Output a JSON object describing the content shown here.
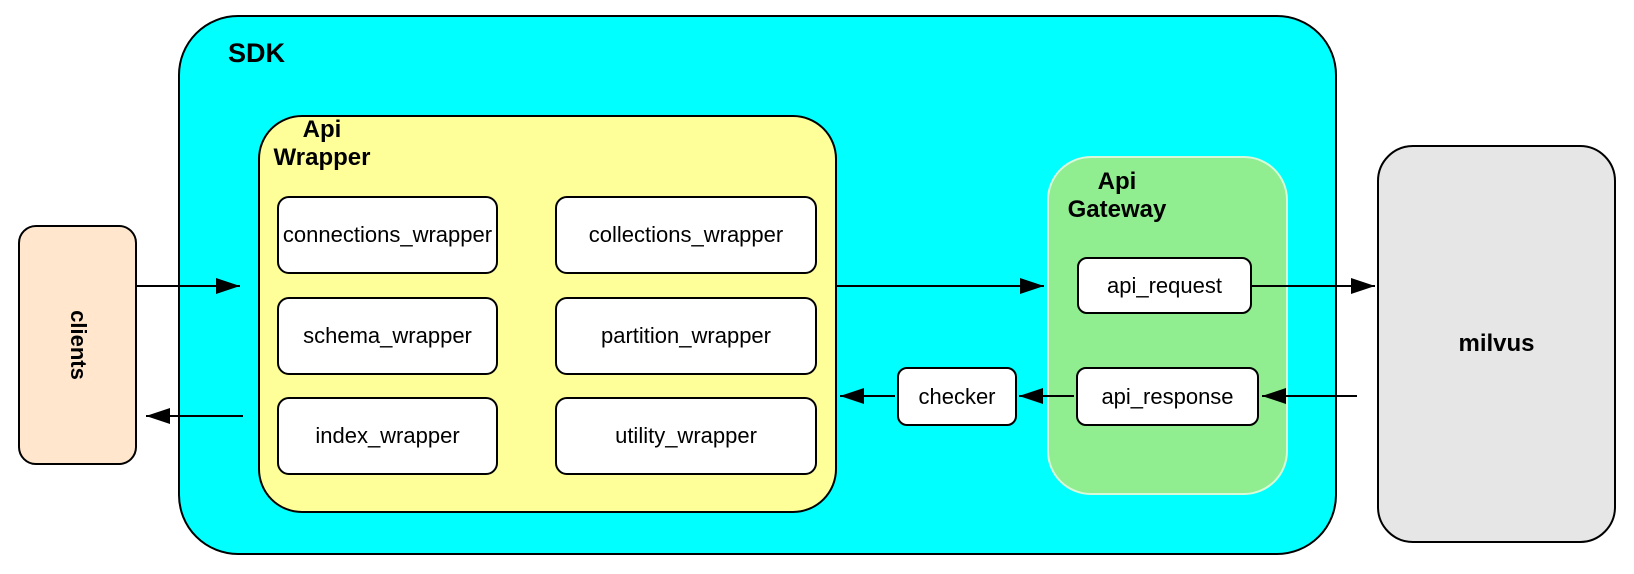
{
  "colors": {
    "sdk_fill": "#00ffff",
    "api_wrapper_fill": "#ffff99",
    "api_gateway_fill": "#90ee90",
    "clients_fill": "#ffe6cc",
    "milvus_fill": "#e6e6e6",
    "leaf_fill": "#ffffff",
    "border": "#000000"
  },
  "nodes": {
    "clients": {
      "label": "clients"
    },
    "sdk": {
      "label": "SDK"
    },
    "api_wrapper": {
      "label_line1": "Api",
      "label_line2": "Wrapper",
      "boxes": [
        {
          "label": "connections_wrapper"
        },
        {
          "label": "collections_wrapper"
        },
        {
          "label": "schema_wrapper"
        },
        {
          "label": "partition_wrapper"
        },
        {
          "label": "index_wrapper"
        },
        {
          "label": "utility_wrapper"
        }
      ]
    },
    "checker": {
      "label": "checker"
    },
    "api_gateway": {
      "label_line1": "Api",
      "label_line2": "Gateway",
      "boxes": [
        {
          "label": "api_request"
        },
        {
          "label": "api_response"
        }
      ]
    },
    "milvus": {
      "label": "milvus"
    }
  }
}
